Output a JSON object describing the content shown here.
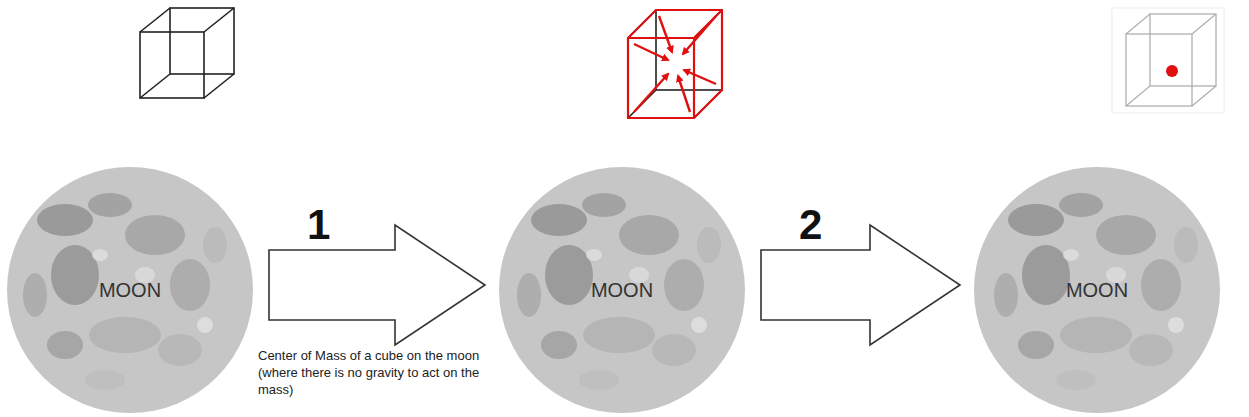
{
  "diagram": {
    "nodes": [
      {
        "text": [
          "MOON"
        ]
      },
      {
        "text": [
          "MOON"
        ]
      },
      {
        "text": [
          "MOON"
        ]
      }
    ],
    "edges": [
      {
        "from": 0,
        "to": 1,
        "arrow": "to",
        "label": "1"
      },
      {
        "from": 1,
        "to": 2,
        "arrow": "to",
        "label": "2"
      }
    ],
    "labels": [
      "Center of Mass of a cube on the moon (where there is no gravity to act on the mass)"
    ]
  }
}
